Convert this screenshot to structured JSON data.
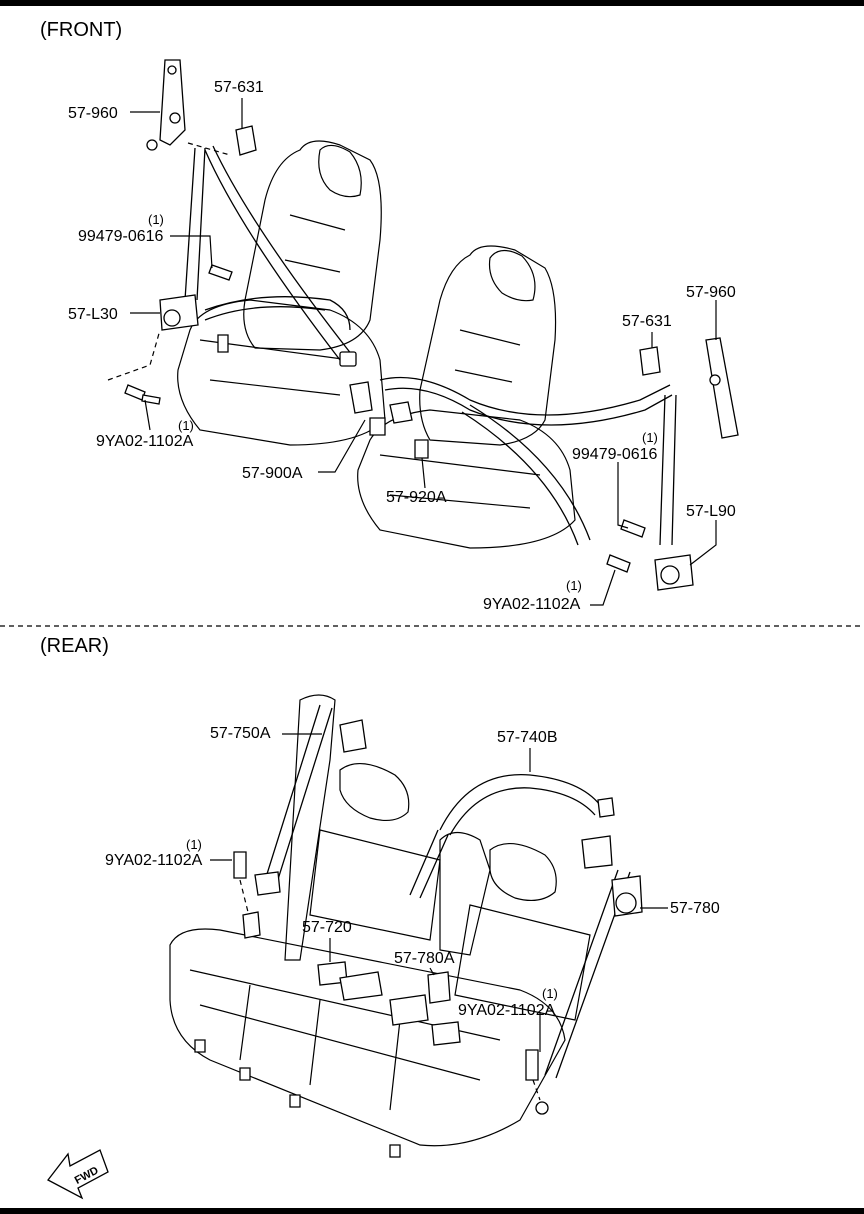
{
  "sections": {
    "front": "(FRONT)",
    "rear": "(REAR)"
  },
  "front_labels": {
    "p57_960_left": "57-960",
    "p57_631_left": "57-631",
    "p99479_left_qty": "(1)",
    "p99479_left": "99479-0616",
    "p57_l30": "57-L30",
    "p9ya02_left_qty": "(1)",
    "p9ya02_left": "9YA02-1102A",
    "p57_900a": "57-900A",
    "p57_920a": "57-920A",
    "p57_631_right": "57-631",
    "p57_960_right": "57-960",
    "p99479_right_qty": "(1)",
    "p99479_right": "99479-0616",
    "p57_l90": "57-L90",
    "p9ya02_right_qty": "(1)",
    "p9ya02_right": "9YA02-1102A"
  },
  "rear_labels": {
    "p57_750a": "57-750A",
    "p57_740b": "57-740B",
    "p9ya02_rl_qty": "(1)",
    "p9ya02_rl": "9YA02-1102A",
    "p57_780": "57-780",
    "p57_720": "57-720",
    "p57_780a": "57-780A",
    "p9ya02_rr_qty": "(1)",
    "p9ya02_rr": "9YA02-1102A"
  },
  "fwd_badge": "FWD",
  "icons": {
    "fwd": "fwd-arrow-icon"
  },
  "colors": {
    "ink": "#000000",
    "paper": "#ffffff"
  }
}
